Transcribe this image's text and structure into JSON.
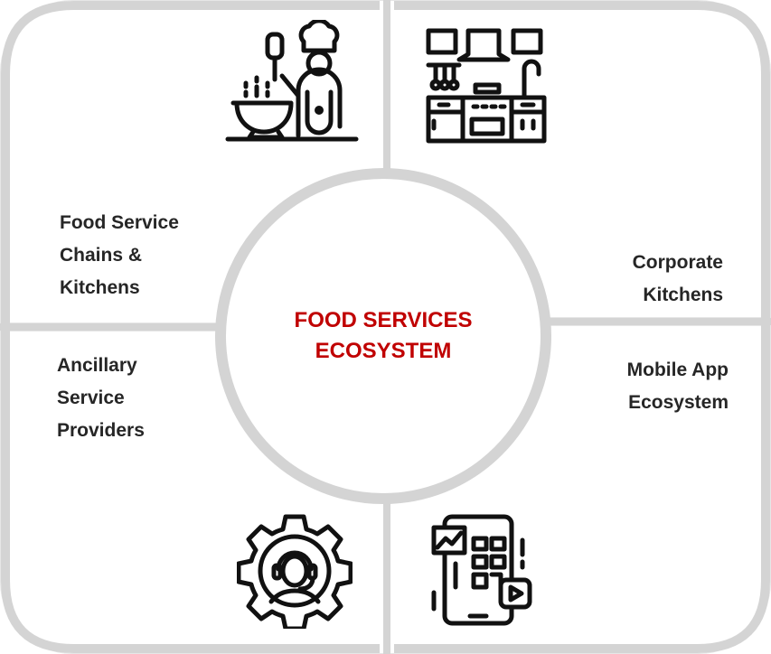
{
  "diagram": {
    "center": {
      "line1": "FOOD SERVICES",
      "line2": "ECOSYSTEM"
    },
    "quadrants": {
      "top_left": {
        "lines": [
          "Food Service",
          "Chains &",
          "Kitchens"
        ],
        "icon": "chef-cooking-icon"
      },
      "top_right": {
        "lines": [
          "Corporate",
          "Kitchens"
        ],
        "icon": "kitchen-icon"
      },
      "bottom_left": {
        "lines": [
          "Ancillary",
          "Service",
          "Providers"
        ],
        "icon": "customer-support-gear-icon"
      },
      "bottom_right": {
        "lines": [
          "Mobile App",
          "Ecosystem"
        ],
        "icon": "mobile-app-icon"
      }
    },
    "colors": {
      "title": "#c00000",
      "label": "#262626",
      "divider": "#d4d4d4"
    }
  }
}
